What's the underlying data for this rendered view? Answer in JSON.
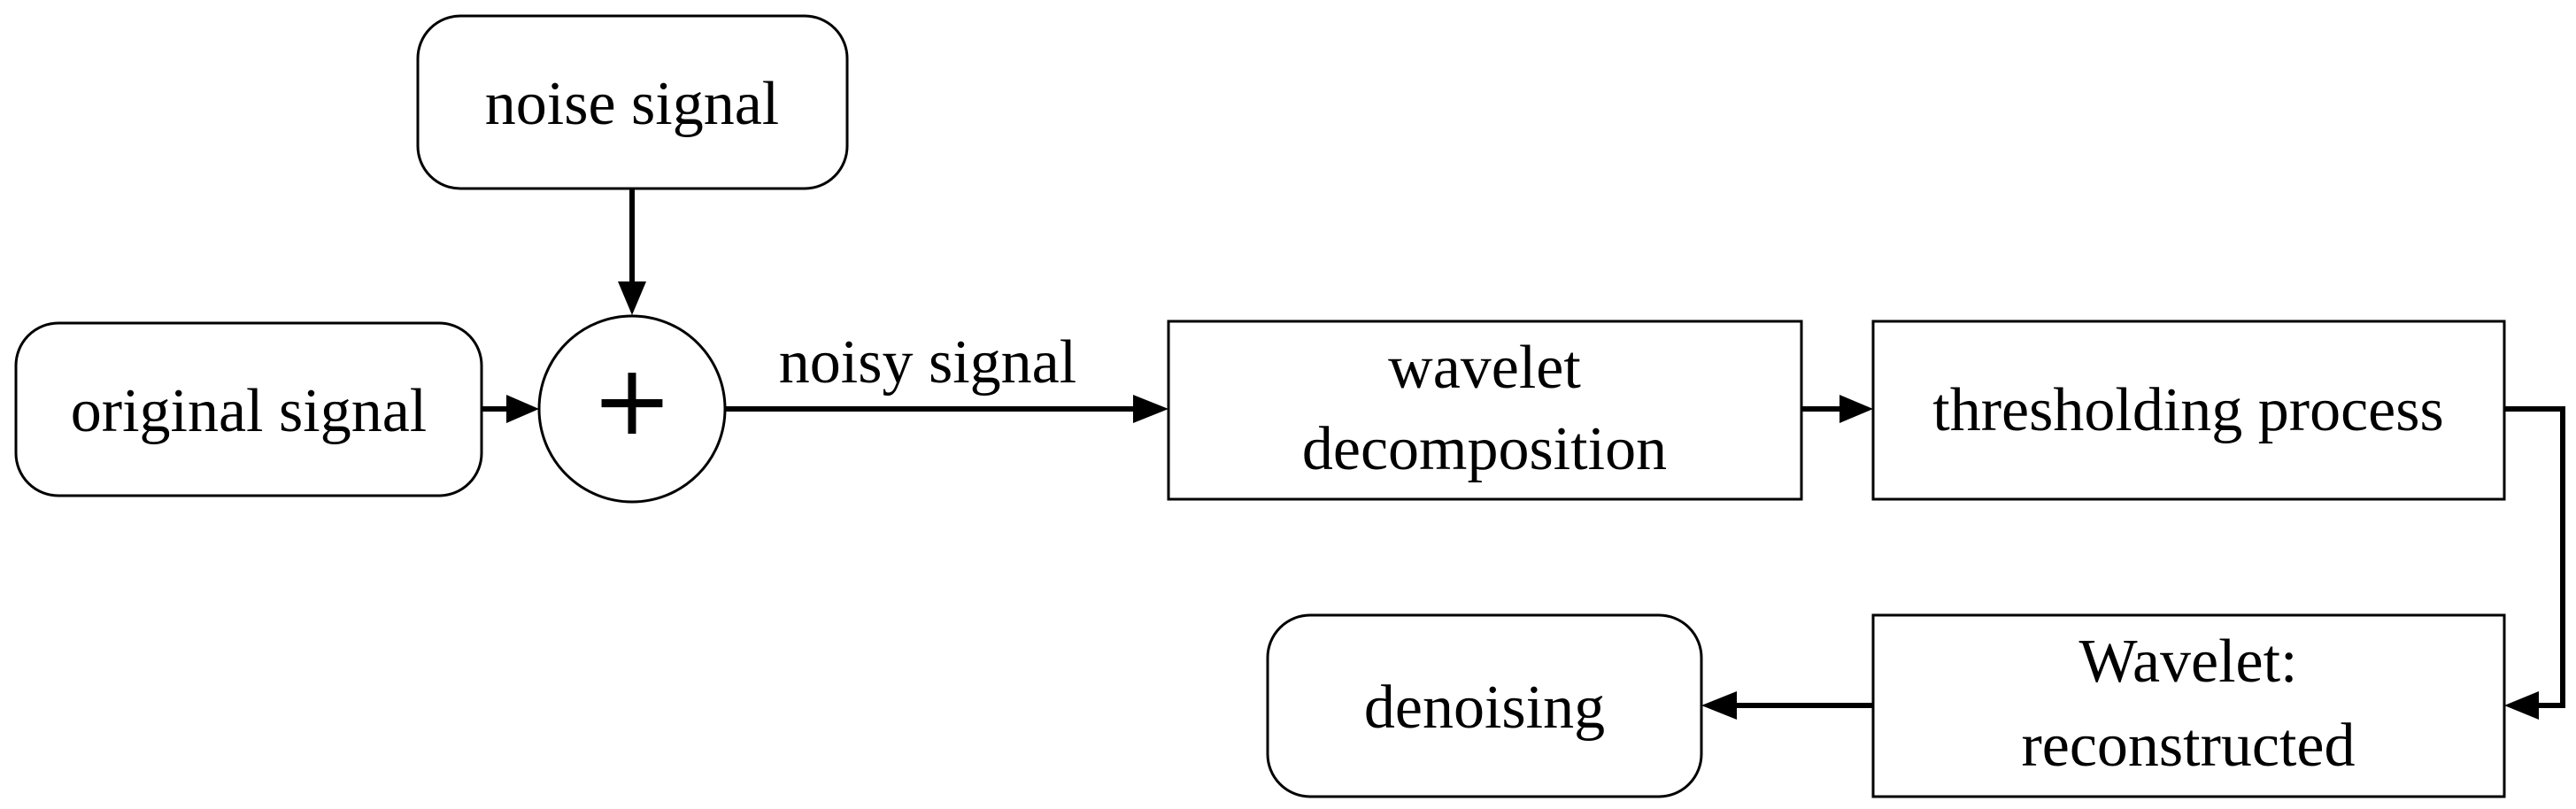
{
  "nodes": {
    "noise": {
      "label": "noise signal"
    },
    "original": {
      "label": "original signal"
    },
    "adder": {
      "symbol": "+"
    },
    "decomposition": {
      "line1": "wavelet",
      "line2": "decomposition"
    },
    "thresholding": {
      "label": "thresholding process"
    },
    "reconstructed": {
      "line1": "Wavelet:",
      "line2": "reconstructed"
    },
    "denoising": {
      "label": "denoising"
    }
  },
  "edges": {
    "noisy": {
      "label": "noisy signal"
    }
  }
}
